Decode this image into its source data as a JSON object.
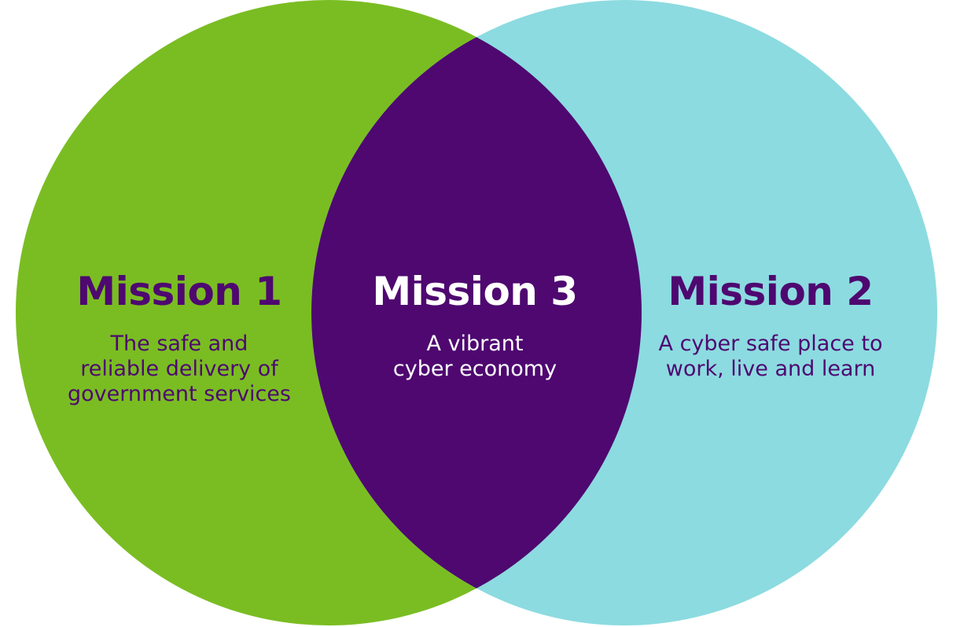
{
  "colors": {
    "left_circle": "#7ABD22",
    "right_circle": "#8CDBE0",
    "overlap": "#4E0870",
    "purple_text": "#4E0870",
    "white_text": "#FFFFFF"
  },
  "missions": {
    "left": {
      "title": "Mission 1",
      "lines": [
        "The safe and",
        "reliable delivery of",
        "government services"
      ]
    },
    "center": {
      "title": "Mission 3",
      "lines": [
        "A vibrant",
        "cyber economy"
      ]
    },
    "right": {
      "title": "Mission 2",
      "lines": [
        "A cyber safe place to",
        "work, live and learn"
      ]
    }
  }
}
